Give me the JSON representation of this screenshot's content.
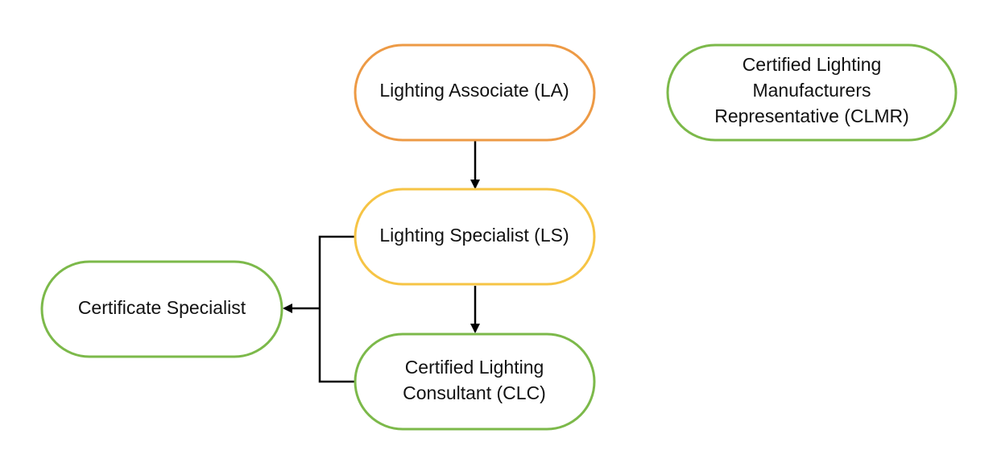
{
  "colors": {
    "orange": "#ED9A45",
    "yellow": "#F6C445",
    "green": "#7CB94A",
    "connector": "#000000",
    "text": "#111111"
  },
  "nodes": {
    "la": {
      "lines": [
        "Lighting Associate (LA)"
      ],
      "border": "orange"
    },
    "ls": {
      "lines": [
        "Lighting Specialist (LS)"
      ],
      "border": "yellow"
    },
    "clc": {
      "lines": [
        "Certified Lighting",
        "Consultant (CLC)"
      ],
      "border": "green"
    },
    "cs": {
      "lines": [
        "Certificate Specialist"
      ],
      "border": "green"
    },
    "clmr": {
      "lines": [
        "Certified Lighting",
        "Manufacturers",
        "Representative (CLMR)"
      ],
      "border": "green"
    }
  }
}
